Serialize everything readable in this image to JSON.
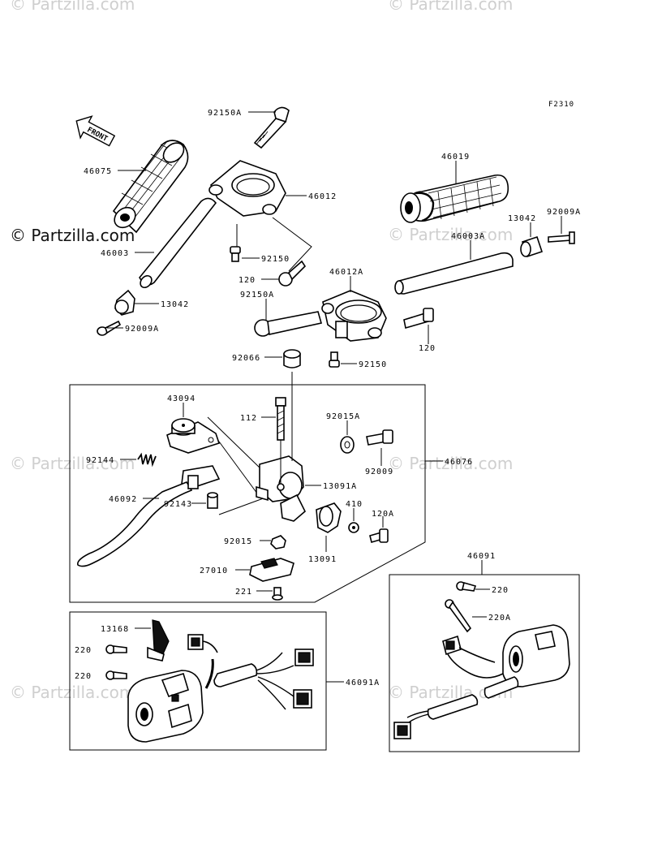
{
  "watermark": "© Partzilla.com",
  "figure_code": "F2310",
  "front_arrow_label": "FRONT",
  "callouts": {
    "p92150A_top": "92150A",
    "p46075": "46075",
    "p46012": "46012",
    "p46003": "46003",
    "p92150_a": "92150",
    "p120_a": "120",
    "p13042_left": "13042",
    "p92009A_left": "92009A",
    "p46019": "46019",
    "p13042_right": "13042",
    "p92009A_right": "92009A",
    "p46003A": "46003A",
    "p46012A": "46012A",
    "p92150A_mid": "92150A",
    "p120_b": "120",
    "p92066": "92066",
    "p92150_b": "92150",
    "p43094": "43094",
    "p112": "112",
    "p92015A": "92015A",
    "p92144": "92144",
    "p92009": "92009",
    "p46076": "46076",
    "p46092": "46092",
    "p13091A": "13091A",
    "p92143": "92143",
    "p410": "410",
    "p120A": "120A",
    "p92015": "92015",
    "p13091": "13091",
    "p27010": "27010",
    "p221": "221",
    "p46091": "46091",
    "p220_right": "220",
    "p220A": "220A",
    "p13168": "13168",
    "p220_left_a": "220",
    "p220_left_b": "220",
    "p46091A": "46091A"
  }
}
